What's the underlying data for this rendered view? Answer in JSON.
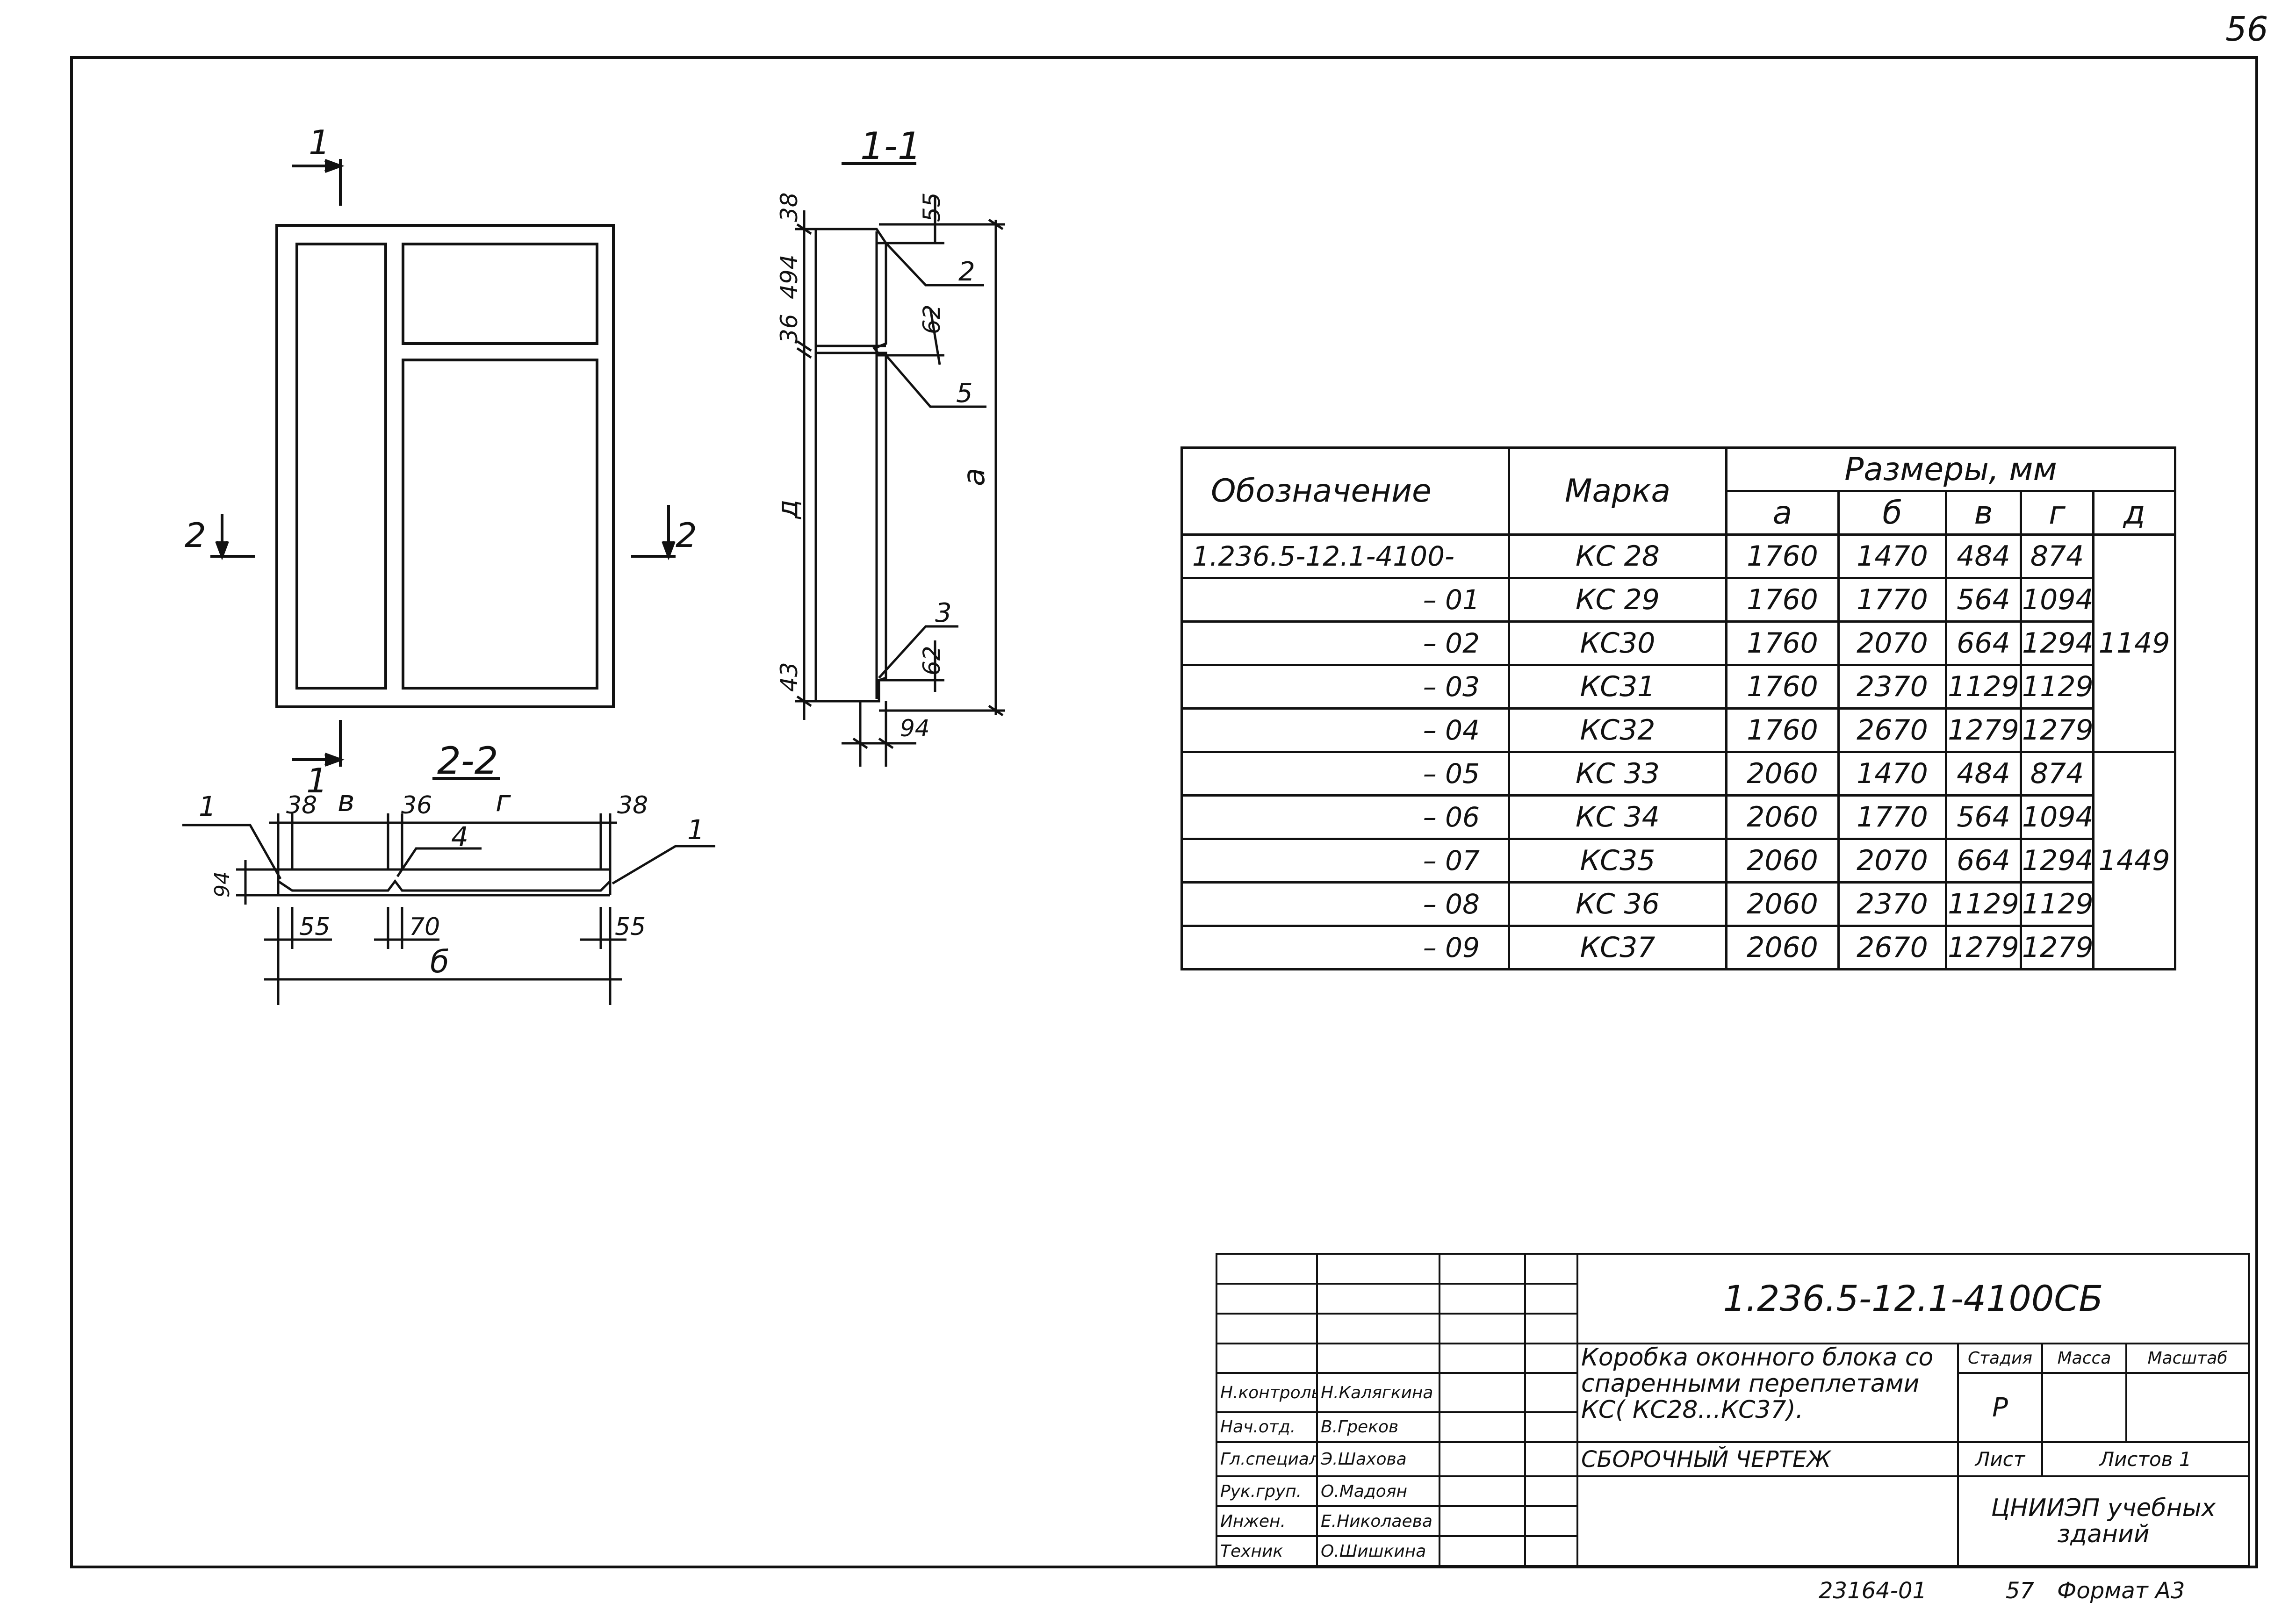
{
  "sheet": {
    "sheet_number": "56",
    "footer_inventory": "23164-01",
    "footer_page": "57",
    "footer_format": "Формат А3"
  },
  "drawing": {
    "section_1_1_label": "1-1",
    "section_2_2_label": "2-2",
    "cut_1_top": "1",
    "cut_1_bottom": "1",
    "cut_2_left": "2",
    "cut_2_right": "2",
    "sec11": {
      "dim_38": "38",
      "dim_494": "494",
      "dim_36": "36",
      "dim_d": "д",
      "dim_43": "43",
      "dim_55": "55",
      "dim_62a": "62",
      "dim_62b": "62",
      "dim_a": "а",
      "dim_94": "94",
      "pos_2": "2",
      "pos_5": "5",
      "pos_3": "3"
    },
    "sec22": {
      "dim_38l": "38",
      "dim_v": "в",
      "dim_36": "36",
      "dim_g": "г",
      "dim_38r": "38",
      "dim_94": "94",
      "dim_55l": "55",
      "dim_70": "70",
      "dim_55r": "55",
      "dim_b": "б",
      "pos_1l": "1",
      "pos_1r": "1",
      "pos_4": "4"
    }
  },
  "spec_table": {
    "headers": {
      "designation": "Обозначение",
      "mark": "Марка",
      "sizes": "Размеры, мм",
      "a": "а",
      "b": "б",
      "v": "в",
      "g": "г",
      "d": "д"
    },
    "rows": [
      {
        "designation": "1.236.5-12.1-4100-",
        "mark": "КС 28",
        "a": "1760",
        "b": "1470",
        "v": "484",
        "g": "874"
      },
      {
        "designation": "– 01",
        "mark": "КС 29",
        "a": "1760",
        "b": "1770",
        "v": "564",
        "g": "1094"
      },
      {
        "designation": "– 02",
        "mark": "КС30",
        "a": "1760",
        "b": "2070",
        "v": "664",
        "g": "1294"
      },
      {
        "designation": "– 03",
        "mark": "КС31",
        "a": "1760",
        "b": "2370",
        "v": "1129",
        "g": "1129"
      },
      {
        "designation": "– 04",
        "mark": "КС32",
        "a": "1760",
        "b": "2670",
        "v": "1279",
        "g": "1279"
      },
      {
        "designation": "– 05",
        "mark": "КС 33",
        "a": "2060",
        "b": "1470",
        "v": "484",
        "g": "874"
      },
      {
        "designation": "– 06",
        "mark": "КС 34",
        "a": "2060",
        "b": "1770",
        "v": "564",
        "g": "1094"
      },
      {
        "designation": "– 07",
        "mark": "КС35",
        "a": "2060",
        "b": "2070",
        "v": "664",
        "g": "1294"
      },
      {
        "designation": "– 08",
        "mark": "КС 36",
        "a": "2060",
        "b": "2370",
        "v": "1129",
        "g": "1129"
      },
      {
        "designation": "– 09",
        "mark": "КС37",
        "a": "2060",
        "b": "2670",
        "v": "1279",
        "g": "1279"
      }
    ],
    "d_group_1": "1149",
    "d_group_2": "1449"
  },
  "title_block": {
    "document_code": "1.236.5-12.1-4100СБ",
    "title": "Коробка оконного блока со спаренными переплетами КС( КС28...КС37).",
    "subtitle": "СБОРОЧНЫЙ ЧЕРТЕЖ",
    "stage_label": "Стадия",
    "mass_label": "Масса",
    "scale_label": "Масштаб",
    "stage_value": "Р",
    "sheet_label": "Лист",
    "sheets_label": "Листов 1",
    "organization": "ЦНИИЭП учебных зданий",
    "signatures": [
      {
        "role": "Н.контроль",
        "name": "Н.Калягкина"
      },
      {
        "role": "Нач.отд.",
        "name": "В.Греков"
      },
      {
        "role": "Гл.специал.",
        "name": "Э.Шахова"
      },
      {
        "role": "Рук.груп.",
        "name": "О.Мадоян"
      },
      {
        "role": "Инжен.",
        "name": "Е.Николаева"
      },
      {
        "role": "Техник",
        "name": "О.Шишкина"
      }
    ]
  }
}
